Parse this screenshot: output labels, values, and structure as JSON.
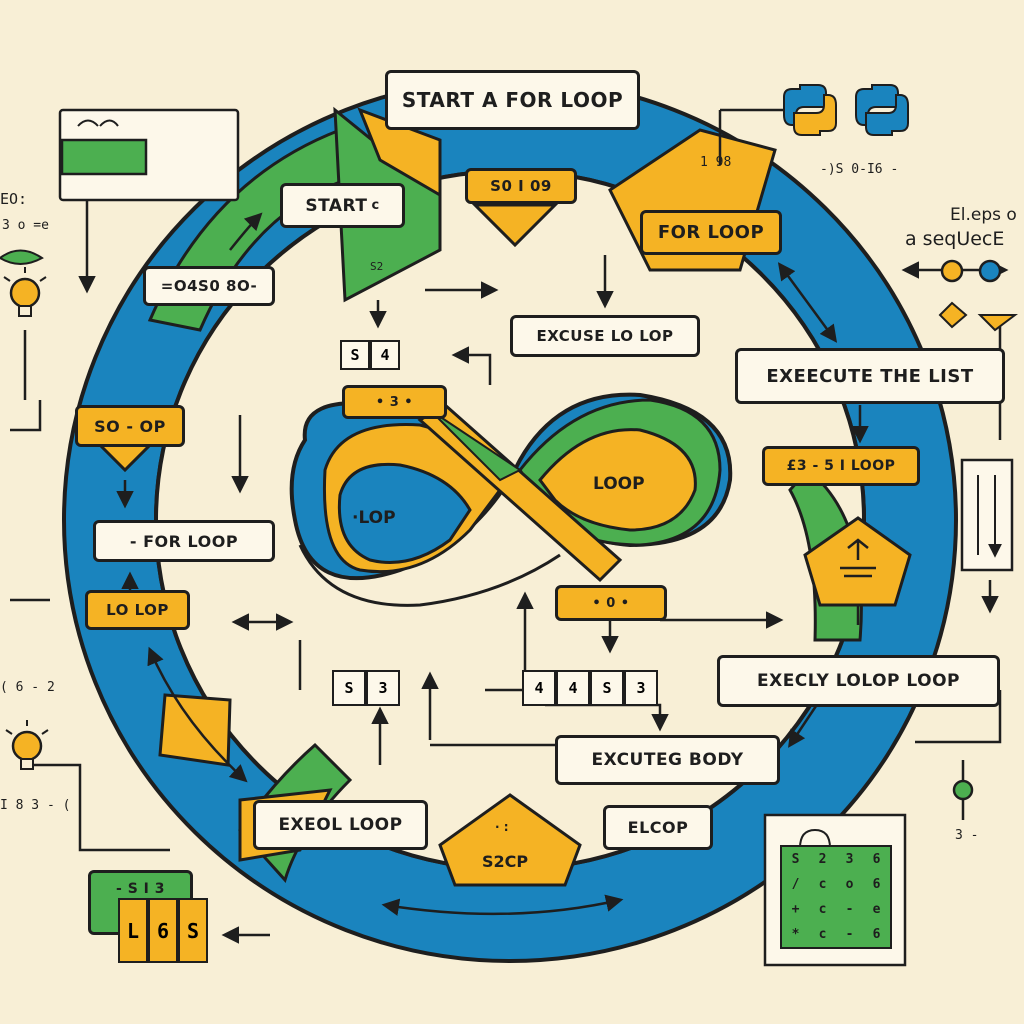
{
  "labels": {
    "start_for_loop": "START A FOR LOOP",
    "start": "START",
    "start_mark": "c",
    "for_loop_top_right": "FOR LOOP",
    "top_badge": "S0 I 09",
    "top_right_tag": "1 98",
    "excuse_loop": "EXCUSE LO LOP",
    "execute_list": "EXEECUTE THE LIST",
    "left_code": "=O4S0 8O-",
    "so_op": "SO - OP",
    "for_loop_left": "- FOR LOOP",
    "lo_op": "LO LOP",
    "inner_loop_left": "·LOP",
    "inner_loop_right": "LOOP",
    "inner_top_tag": "• 3 •",
    "inner_bottom_tag": "• 0 •",
    "right_badge": "£3 - 5 I LOOP",
    "execly": "EXECLY LOLOP LOOP",
    "executeg_body": "EXCUTEG BODY",
    "exeol": "EXEOL LOOP",
    "elcop": "ELCOP",
    "s2cp": "S2CP",
    "s2cp_dot": "· :",
    "elleps": "El.eps o",
    "sequence": "a seqUecE",
    "right_code": "-)S 0-I6 -",
    "left_e0": "EO:",
    "left_row2": "3 o =e",
    "left_b1": "( 6 - 2",
    "left_b2": "I 8 3 - (",
    "s2": "S2",
    "cells_s4": [
      "S",
      "4"
    ],
    "cells_s3": [
      "S",
      "3"
    ],
    "cells_row": [
      "4",
      "4",
      "S",
      "3"
    ],
    "bl_green": "- S I 3",
    "bl_yellow": [
      "L",
      "6",
      "S"
    ],
    "br_grid": [
      "S",
      "2",
      "3",
      "6",
      "/",
      "c",
      "o",
      "6",
      "+",
      "c",
      "-",
      "e",
      "*",
      "c",
      "-",
      "6"
    ],
    "br_mark": "3 -"
  },
  "colors": {
    "blue": "#1a84be",
    "green": "#4caf50",
    "yellow": "#f5b324",
    "ink": "#1e1e1e",
    "background": "#f8efd6"
  },
  "icons": [
    "python-logo-icon",
    "lightbulb-icon",
    "warning-icon",
    "keyboard-icon"
  ]
}
